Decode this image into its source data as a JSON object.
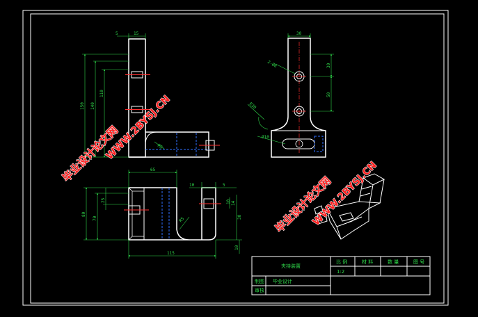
{
  "colors": {
    "background": "#000000",
    "outline": "#ffffff",
    "dimension": "#2fd64a",
    "hidden_line": "#2f6fff",
    "center_line": "#ff3030",
    "cyan_line": "#33e0ff",
    "watermark_fill": "#ff2020",
    "watermark_stroke": "#ffffff"
  },
  "dimensions": {
    "front": {
      "top_width_a": "5",
      "top_width_b": "15",
      "height_150": "150",
      "height_140": "140",
      "height_110": "110",
      "radius": "R5"
    },
    "side": {
      "top_width": "30",
      "dia_holes": "2-Ø8",
      "dim_30": "30",
      "dim_50": "50",
      "radius_r30": "R30",
      "dia_10": "Ø10"
    },
    "top_view": {
      "width_65": "65",
      "height_80": "80",
      "height_70": "70",
      "height_25": "25",
      "length_115": "115",
      "dim_10_top": "10",
      "dim_5": "5",
      "dim_10_right": "10",
      "dim_14": "14",
      "dim_30": "30",
      "radius_r5": "R5",
      "dim_10_bottom": "10"
    }
  },
  "watermarks": {
    "site_url": "WWW.2BYSJ.CN",
    "site_name": "毕业设计论文网"
  },
  "title_block": {
    "part_name": "夹持装置",
    "h_scale": "比 例",
    "h_material": "材 料",
    "h_quantity": "数 量",
    "h_drawing_no": "图 号",
    "scale_value": "1:2",
    "drawn_label": "制图",
    "drawn_value": "毕业设计",
    "checked_label": "审核"
  }
}
